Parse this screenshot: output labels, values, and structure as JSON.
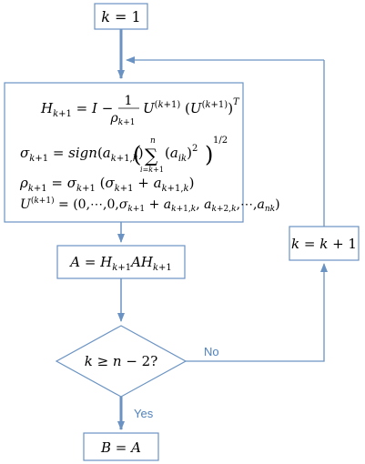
{
  "diagram": {
    "colors": {
      "line": "#6a93c3",
      "label": "#4f81bd",
      "text": "#000000",
      "background": "#ffffff"
    },
    "nodes": {
      "start": {
        "shape": "rect",
        "text": "k = 1"
      },
      "compute": {
        "shape": "rect",
        "lines": [
          "H_{k+1} = I − (1/ρ_{k+1}) U^{(k+1)} (U^{(k+1)})^T",
          "σ_{k+1} = sign(a_{k+1,k}) ( Σ_{i=k+1}^{n} (a_{ik})^2 )^{1/2}",
          "ρ_{k+1} = σ_{k+1} (σ_{k+1} + a_{k+1,k})",
          "U^{(k+1)} = (0,⋯,0, σ_{k+1} + a_{k+1,k}, a_{k+2,k}, ⋯, a_{nk})"
        ]
      },
      "update": {
        "shape": "rect",
        "text": "A = H_{k+1} A H_{k+1}"
      },
      "decision": {
        "shape": "diamond",
        "text": "k ≥ n − 2?"
      },
      "end": {
        "shape": "rect",
        "text": "B = A"
      },
      "increment": {
        "shape": "rect",
        "text": "k = k + 1"
      }
    },
    "edges": [
      {
        "from": "start",
        "to": "compute",
        "label": ""
      },
      {
        "from": "compute",
        "to": "update",
        "label": ""
      },
      {
        "from": "update",
        "to": "decision",
        "label": ""
      },
      {
        "from": "decision",
        "to": "end",
        "label": "Yes"
      },
      {
        "from": "decision",
        "to": "increment",
        "label": "No"
      },
      {
        "from": "increment",
        "to": "compute",
        "label": ""
      }
    ],
    "labels": {
      "yes": "Yes",
      "no": "No"
    }
  }
}
